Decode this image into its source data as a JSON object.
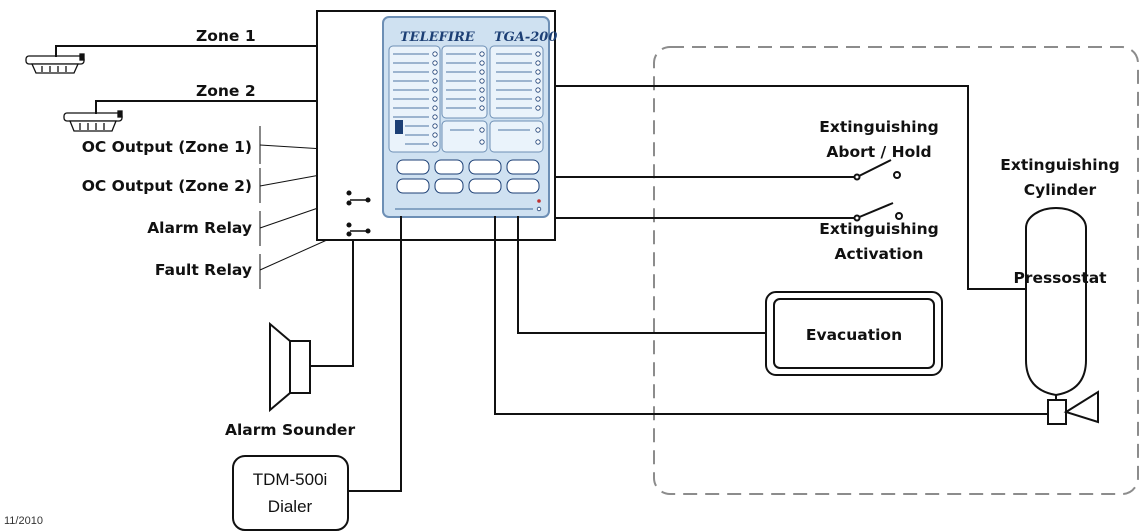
{
  "panel": {
    "brand": "TELEFIRE",
    "model": "TGA-200"
  },
  "labels": {
    "zone1": "Zone 1",
    "zone2": "Zone 2",
    "oc_output_zone1": "OC Output (Zone 1)",
    "oc_output_zone2": "OC Output (Zone 2)",
    "alarm_relay": "Alarm Relay",
    "fault_relay": "Fault Relay",
    "alarm_sounder": "Alarm Sounder",
    "dialer_line1": "TDM-500i",
    "dialer_line2": "Dialer",
    "abort_line1": "Extinguishing",
    "abort_line2": "Abort / Hold",
    "activation_line1": "Extinguishing",
    "activation_line2": "Activation",
    "cylinder_line1": "Extinguishing",
    "cylinder_line2": "Cylinder",
    "pressostat": "Pressostat",
    "evacuation": "Evacuation",
    "date": "11/2010"
  },
  "colors": {
    "line": "#111111",
    "dashed_border": "#8c8c8c",
    "panel_face": "#cfe1f1",
    "panel_frame": "#6d8fb5",
    "panel_brand": "#1c3f75"
  }
}
